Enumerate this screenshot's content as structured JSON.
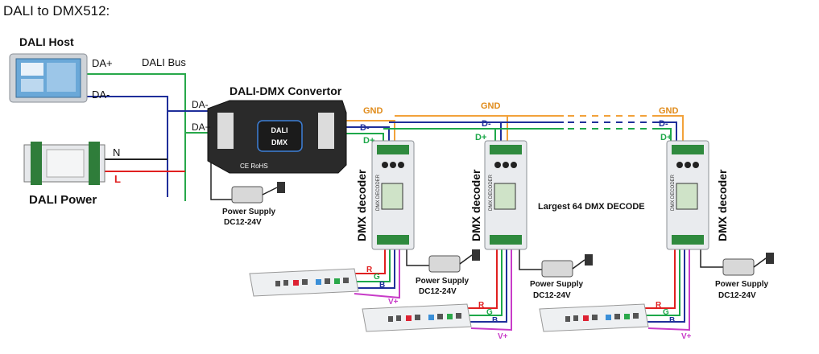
{
  "title": "DALI to DMX512:",
  "dali_host": {
    "label": "DALI Host",
    "da_plus": "DA+",
    "da_minus": "DA-",
    "bus": "DALI Bus"
  },
  "dali_power": {
    "label": "DALI Power",
    "n": "N",
    "l": "L"
  },
  "converter": {
    "label": "DALI-DMX Convertor",
    "da_minus": "DA-",
    "da_plus": "DA+",
    "logo_top": "DALI",
    "logo_bottom": "DMX",
    "marks": "CE RoHS"
  },
  "signals": {
    "gnd": "GND",
    "d_minus": "D-",
    "d_plus": "D+"
  },
  "decoder": {
    "label": "DMX decoder",
    "side_text": "DMX DECODER"
  },
  "largest": "Largest 64 DMX DECODE",
  "power_supply": {
    "label": "Power Supply",
    "voltage": "DC12-24V"
  },
  "rgb": {
    "r": "R",
    "g": "G",
    "b": "B",
    "v": "V+"
  },
  "colors": {
    "gnd": "#f2a23a",
    "dminus": "#1f2f9a",
    "dplus": "#1ea84a",
    "red": "#e02020",
    "magenta": "#c83cc8",
    "dali_bus": "#27a84a",
    "black": "#222222"
  }
}
